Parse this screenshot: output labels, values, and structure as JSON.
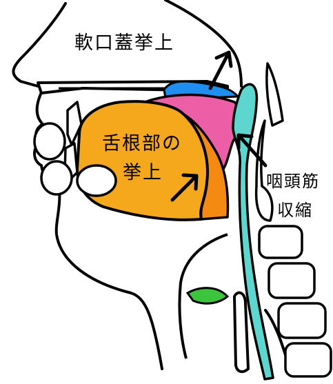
{
  "labels": {
    "soft_palate_elevation": "軟口蓋挙上",
    "tongue_base_line1": "舌根部の",
    "tongue_base_line2": "挙上",
    "pharyngeal_line1": "咽頭筋",
    "pharyngeal_line2": "収縮"
  },
  "colors": {
    "outline": "#000000",
    "tongue": "#f6a81d",
    "tongue_back": "#f58a12",
    "soft_palate": "#ec5fa6",
    "palate_blue": "#1e8ff0",
    "pharynx_tube": "#5cd6cf",
    "epiglottis": "#3cc43c",
    "background": "#ffffff"
  },
  "icons": [
    "up-right-arrow-icon",
    "up-right-arrow-icon",
    "down-left-arrow-icon"
  ]
}
